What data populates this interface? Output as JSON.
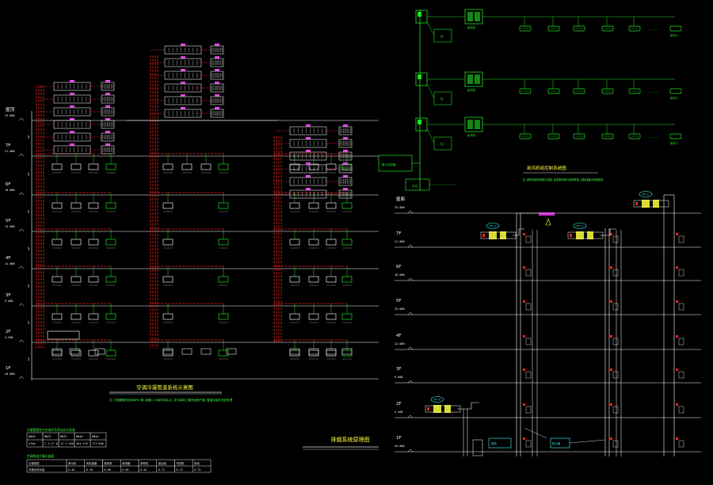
{
  "colors": {
    "background": "#000000",
    "floor_line": "#ffffff",
    "pipe_red": "#ff2020",
    "unit_green": "#20e020",
    "outline_white": "#e8e8e8",
    "tag_magenta": "#ff40ff",
    "label_yellow": "#ffff40",
    "cyan": "#40ffff"
  },
  "left_floors": [
    {
      "name": "屋顶",
      "elev": "25.600"
    },
    {
      "name": "7F",
      "elev": "21.000"
    },
    {
      "name": "6F",
      "elev": "18.000"
    },
    {
      "name": "5F",
      "elev": "15.000"
    },
    {
      "name": "4F",
      "elev": "12.000"
    },
    {
      "name": "3F",
      "elev": "9.000"
    },
    {
      "name": "2F",
      "elev": "4.500"
    },
    {
      "name": "1F",
      "elev": "±0.000"
    }
  ],
  "left_side_dims": [
    "5",
    "5",
    "5",
    "5",
    "5",
    "5",
    "5"
  ],
  "left_diagram_title": "空调冷凝管道系统示意图",
  "left_diagram_note": "注:冷凝管管材选用UPVC管,坡度0.01坡向排水点,并在每处立管顶设通气帽,管道连接处密封处理",
  "table_title": "冷凝管管径与空调冷负荷对应关系表",
  "table_rows": [
    [
      "DN20",
      "DN25",
      "DN32",
      "DN40",
      "DN50"
    ],
    [
      "≤7kW",
      "7.1~17.6",
      "17.7~100",
      "101~176",
      "177~598"
    ]
  ],
  "table2_title": "空调机组冷凝水量表",
  "table2_header": [
    "空调类型",
    "单元机",
    "风机盘管",
    "新风机",
    "新风箱",
    "多联机",
    "组合柜",
    "吊顶机",
    "柜机"
  ],
  "table2_row": [
    "冷凝水排水量",
    "0.40",
    "0.40",
    "0.60",
    "0.60",
    "0.45",
    "0.72",
    "0.72",
    "0.75"
  ],
  "right_top_title": "新风机组控制系统图",
  "right_top_note": "注:新风机组采用集中控制,各层新风阀与风机联锁,控制线路沿桥架敷设",
  "right_top_rows": [
    {
      "controller": "控",
      "unit": "新风机",
      "tail": "新风口"
    },
    {
      "controller": "控",
      "unit": "新风机",
      "tail": "新风口"
    },
    {
      "controller": "控",
      "unit": "新风机",
      "tail": "新风口"
    }
  ],
  "right_top_side_boxes": [
    "集中控制器",
    "中控"
  ],
  "right_top_dots": "......",
  "right_floors": [
    {
      "name": "屋面",
      "elev": "25.600"
    },
    {
      "name": "7F",
      "elev": "21.000"
    },
    {
      "name": "6F",
      "elev": "18.000"
    },
    {
      "name": "5F",
      "elev": "15.000"
    },
    {
      "name": "4F",
      "elev": "12.000"
    },
    {
      "name": "3F",
      "elev": "9.000"
    },
    {
      "name": "2F",
      "elev": "4.500"
    },
    {
      "name": "1F",
      "elev": "±0.000"
    }
  ],
  "right_fan_tags": [
    "PY-1",
    "PY-2",
    "PY-3",
    "PY-4"
  ],
  "right_box_labels": [
    "排风",
    "防火阀"
  ],
  "right_diagram_title": "排烟系统原理图"
}
